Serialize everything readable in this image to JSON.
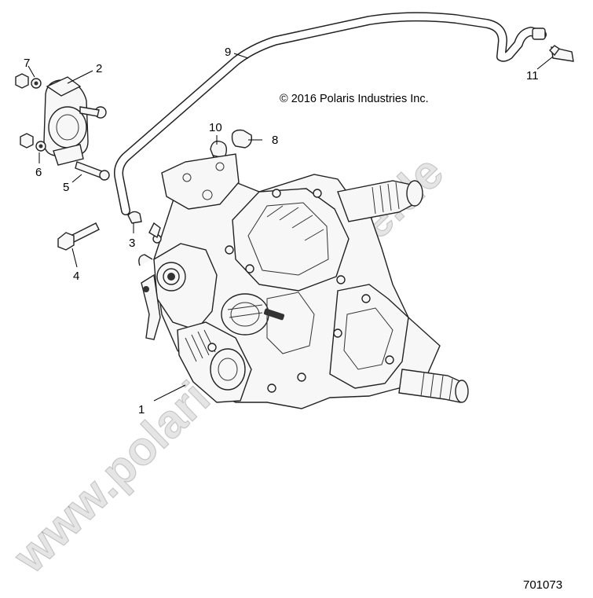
{
  "copyright": "© 2016 Polaris Industries Inc.",
  "diagram_number": "701073",
  "watermark": "www.polarisersatzteile.de",
  "callouts": [
    {
      "id": "c1",
      "number": "1"
    },
    {
      "id": "c2",
      "number": "2"
    },
    {
      "id": "c3",
      "number": "3"
    },
    {
      "id": "c4",
      "number": "4"
    },
    {
      "id": "c5",
      "number": "5"
    },
    {
      "id": "c6",
      "number": "6"
    },
    {
      "id": "c7",
      "number": "7"
    },
    {
      "id": "c8",
      "number": "8"
    },
    {
      "id": "c9",
      "number": "9"
    },
    {
      "id": "c10",
      "number": "10"
    },
    {
      "id": "c11",
      "number": "11"
    }
  ]
}
